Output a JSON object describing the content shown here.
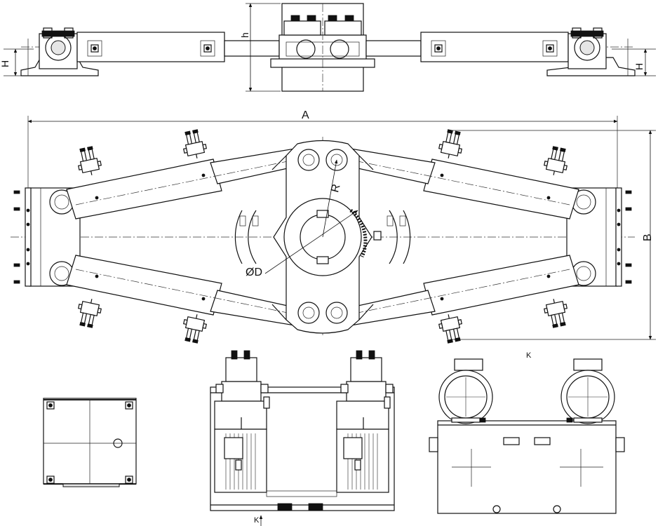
{
  "labels": {
    "A": "A",
    "B": "B",
    "H_left": "H",
    "H_right": "H",
    "h": "h",
    "R": "R",
    "D": "ØD",
    "K_top": "K",
    "K_bottom": "K"
  },
  "icons": {
    "anchor_bolt": "anchor-bolt-icon",
    "valve": "valve-block-icon",
    "motor": "electric-motor-icon"
  }
}
